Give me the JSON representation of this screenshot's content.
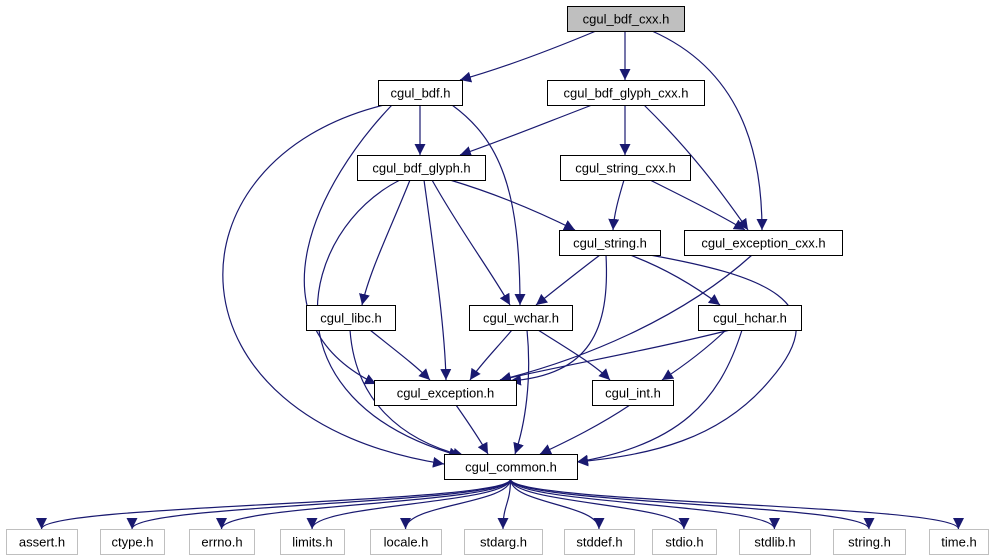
{
  "diagram": {
    "colors": {
      "edge": "#191970",
      "node_border": "#000000",
      "node_fill": "#ffffff",
      "root_fill": "#bfbfbf",
      "system_border": "#bfbfbf",
      "system_text": "#000000"
    },
    "nodes": [
      {
        "id": "cgul_bdf_cxx",
        "label": "cgul_bdf_cxx.h",
        "kind": "root"
      },
      {
        "id": "cgul_bdf",
        "label": "cgul_bdf.h",
        "kind": "local"
      },
      {
        "id": "cgul_bdf_glyph_cxx",
        "label": "cgul_bdf_glyph_cxx.h",
        "kind": "local"
      },
      {
        "id": "cgul_bdf_glyph",
        "label": "cgul_bdf_glyph.h",
        "kind": "local"
      },
      {
        "id": "cgul_string_cxx",
        "label": "cgul_string_cxx.h",
        "kind": "local"
      },
      {
        "id": "cgul_string",
        "label": "cgul_string.h",
        "kind": "local"
      },
      {
        "id": "cgul_exception_cxx",
        "label": "cgul_exception_cxx.h",
        "kind": "local"
      },
      {
        "id": "cgul_libc",
        "label": "cgul_libc.h",
        "kind": "local"
      },
      {
        "id": "cgul_wchar",
        "label": "cgul_wchar.h",
        "kind": "local"
      },
      {
        "id": "cgul_hchar",
        "label": "cgul_hchar.h",
        "kind": "local"
      },
      {
        "id": "cgul_exception",
        "label": "cgul_exception.h",
        "kind": "local"
      },
      {
        "id": "cgul_int",
        "label": "cgul_int.h",
        "kind": "local"
      },
      {
        "id": "cgul_common",
        "label": "cgul_common.h",
        "kind": "local"
      },
      {
        "id": "assert",
        "label": "assert.h",
        "kind": "system"
      },
      {
        "id": "ctype",
        "label": "ctype.h",
        "kind": "system"
      },
      {
        "id": "errno",
        "label": "errno.h",
        "kind": "system"
      },
      {
        "id": "limits",
        "label": "limits.h",
        "kind": "system"
      },
      {
        "id": "locale",
        "label": "locale.h",
        "kind": "system"
      },
      {
        "id": "stdarg",
        "label": "stdarg.h",
        "kind": "system"
      },
      {
        "id": "stddef",
        "label": "stddef.h",
        "kind": "system"
      },
      {
        "id": "stdio",
        "label": "stdio.h",
        "kind": "system"
      },
      {
        "id": "stdlib",
        "label": "stdlib.h",
        "kind": "system"
      },
      {
        "id": "string",
        "label": "string.h",
        "kind": "system"
      },
      {
        "id": "time",
        "label": "time.h",
        "kind": "system"
      }
    ],
    "edges": [
      [
        "cgul_bdf_cxx",
        "cgul_bdf"
      ],
      [
        "cgul_bdf_cxx",
        "cgul_bdf_glyph_cxx"
      ],
      [
        "cgul_bdf_cxx",
        "cgul_exception_cxx"
      ],
      [
        "cgul_bdf",
        "cgul_bdf_glyph"
      ],
      [
        "cgul_bdf",
        "cgul_wchar"
      ],
      [
        "cgul_bdf",
        "cgul_exception"
      ],
      [
        "cgul_bdf",
        "cgul_common"
      ],
      [
        "cgul_bdf_glyph_cxx",
        "cgul_bdf_glyph"
      ],
      [
        "cgul_bdf_glyph_cxx",
        "cgul_string_cxx"
      ],
      [
        "cgul_bdf_glyph_cxx",
        "cgul_exception_cxx"
      ],
      [
        "cgul_bdf_glyph",
        "cgul_string"
      ],
      [
        "cgul_bdf_glyph",
        "cgul_libc"
      ],
      [
        "cgul_bdf_glyph",
        "cgul_wchar"
      ],
      [
        "cgul_bdf_glyph",
        "cgul_exception"
      ],
      [
        "cgul_bdf_glyph",
        "cgul_common"
      ],
      [
        "cgul_string_cxx",
        "cgul_string"
      ],
      [
        "cgul_string_cxx",
        "cgul_exception_cxx"
      ],
      [
        "cgul_string",
        "cgul_wchar"
      ],
      [
        "cgul_string",
        "cgul_hchar"
      ],
      [
        "cgul_string",
        "cgul_exception"
      ],
      [
        "cgul_string",
        "cgul_common"
      ],
      [
        "cgul_exception_cxx",
        "cgul_exception"
      ],
      [
        "cgul_libc",
        "cgul_exception"
      ],
      [
        "cgul_libc",
        "cgul_common"
      ],
      [
        "cgul_wchar",
        "cgul_exception"
      ],
      [
        "cgul_wchar",
        "cgul_int"
      ],
      [
        "cgul_wchar",
        "cgul_common"
      ],
      [
        "cgul_hchar",
        "cgul_exception"
      ],
      [
        "cgul_hchar",
        "cgul_int"
      ],
      [
        "cgul_hchar",
        "cgul_common"
      ],
      [
        "cgul_exception",
        "cgul_common"
      ],
      [
        "cgul_int",
        "cgul_common"
      ],
      [
        "cgul_common",
        "assert"
      ],
      [
        "cgul_common",
        "ctype"
      ],
      [
        "cgul_common",
        "errno"
      ],
      [
        "cgul_common",
        "limits"
      ],
      [
        "cgul_common",
        "locale"
      ],
      [
        "cgul_common",
        "stdarg"
      ],
      [
        "cgul_common",
        "stddef"
      ],
      [
        "cgul_common",
        "stdio"
      ],
      [
        "cgul_common",
        "stdlib"
      ],
      [
        "cgul_common",
        "string"
      ],
      [
        "cgul_common",
        "time"
      ]
    ]
  }
}
